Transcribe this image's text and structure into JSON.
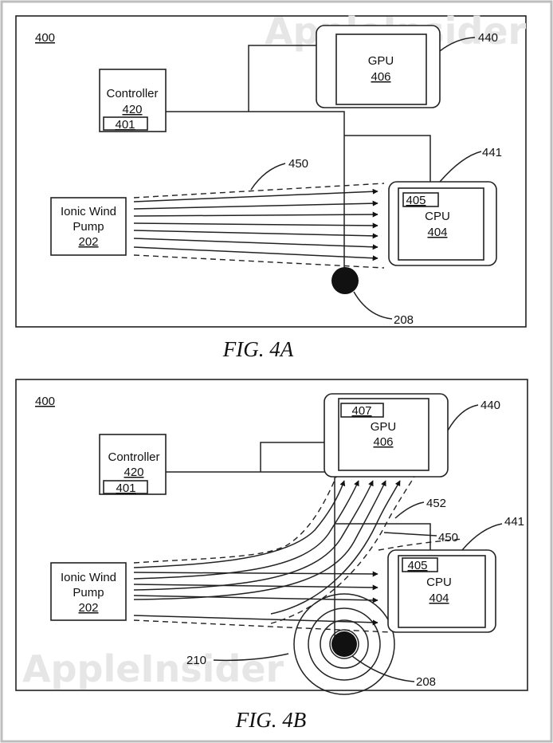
{
  "watermark": "AppleInsider",
  "fig_a": {
    "caption": "FIG. 4A",
    "system_label": "400",
    "controller": {
      "name": "Controller",
      "ref": "420",
      "inner_ref": "401"
    },
    "gpu": {
      "name": "GPU",
      "ref": "406",
      "housing_ref": "440"
    },
    "cpu": {
      "name": "CPU",
      "ref": "404",
      "inner_ref": "405",
      "housing_ref": "441"
    },
    "pump": {
      "name_line1": "Ionic Wind",
      "name_line2": "Pump",
      "ref": "202"
    },
    "airflow_ref": "450",
    "sensor_ref": "208"
  },
  "fig_b": {
    "caption": "FIG. 4B",
    "system_label": "400",
    "controller": {
      "name": "Controller",
      "ref": "420",
      "inner_ref": "401"
    },
    "gpu": {
      "name": "GPU",
      "ref": "406",
      "inner_ref": "407",
      "housing_ref": "440"
    },
    "cpu": {
      "name": "CPU",
      "ref": "404",
      "inner_ref": "405",
      "housing_ref": "441"
    },
    "pump": {
      "name_line1": "Ionic Wind",
      "name_line2": "Pump",
      "ref": "202"
    },
    "airflow_ref": "450",
    "deflected_airflow_ref": "452",
    "field_ref": "210",
    "sensor_ref": "208"
  }
}
